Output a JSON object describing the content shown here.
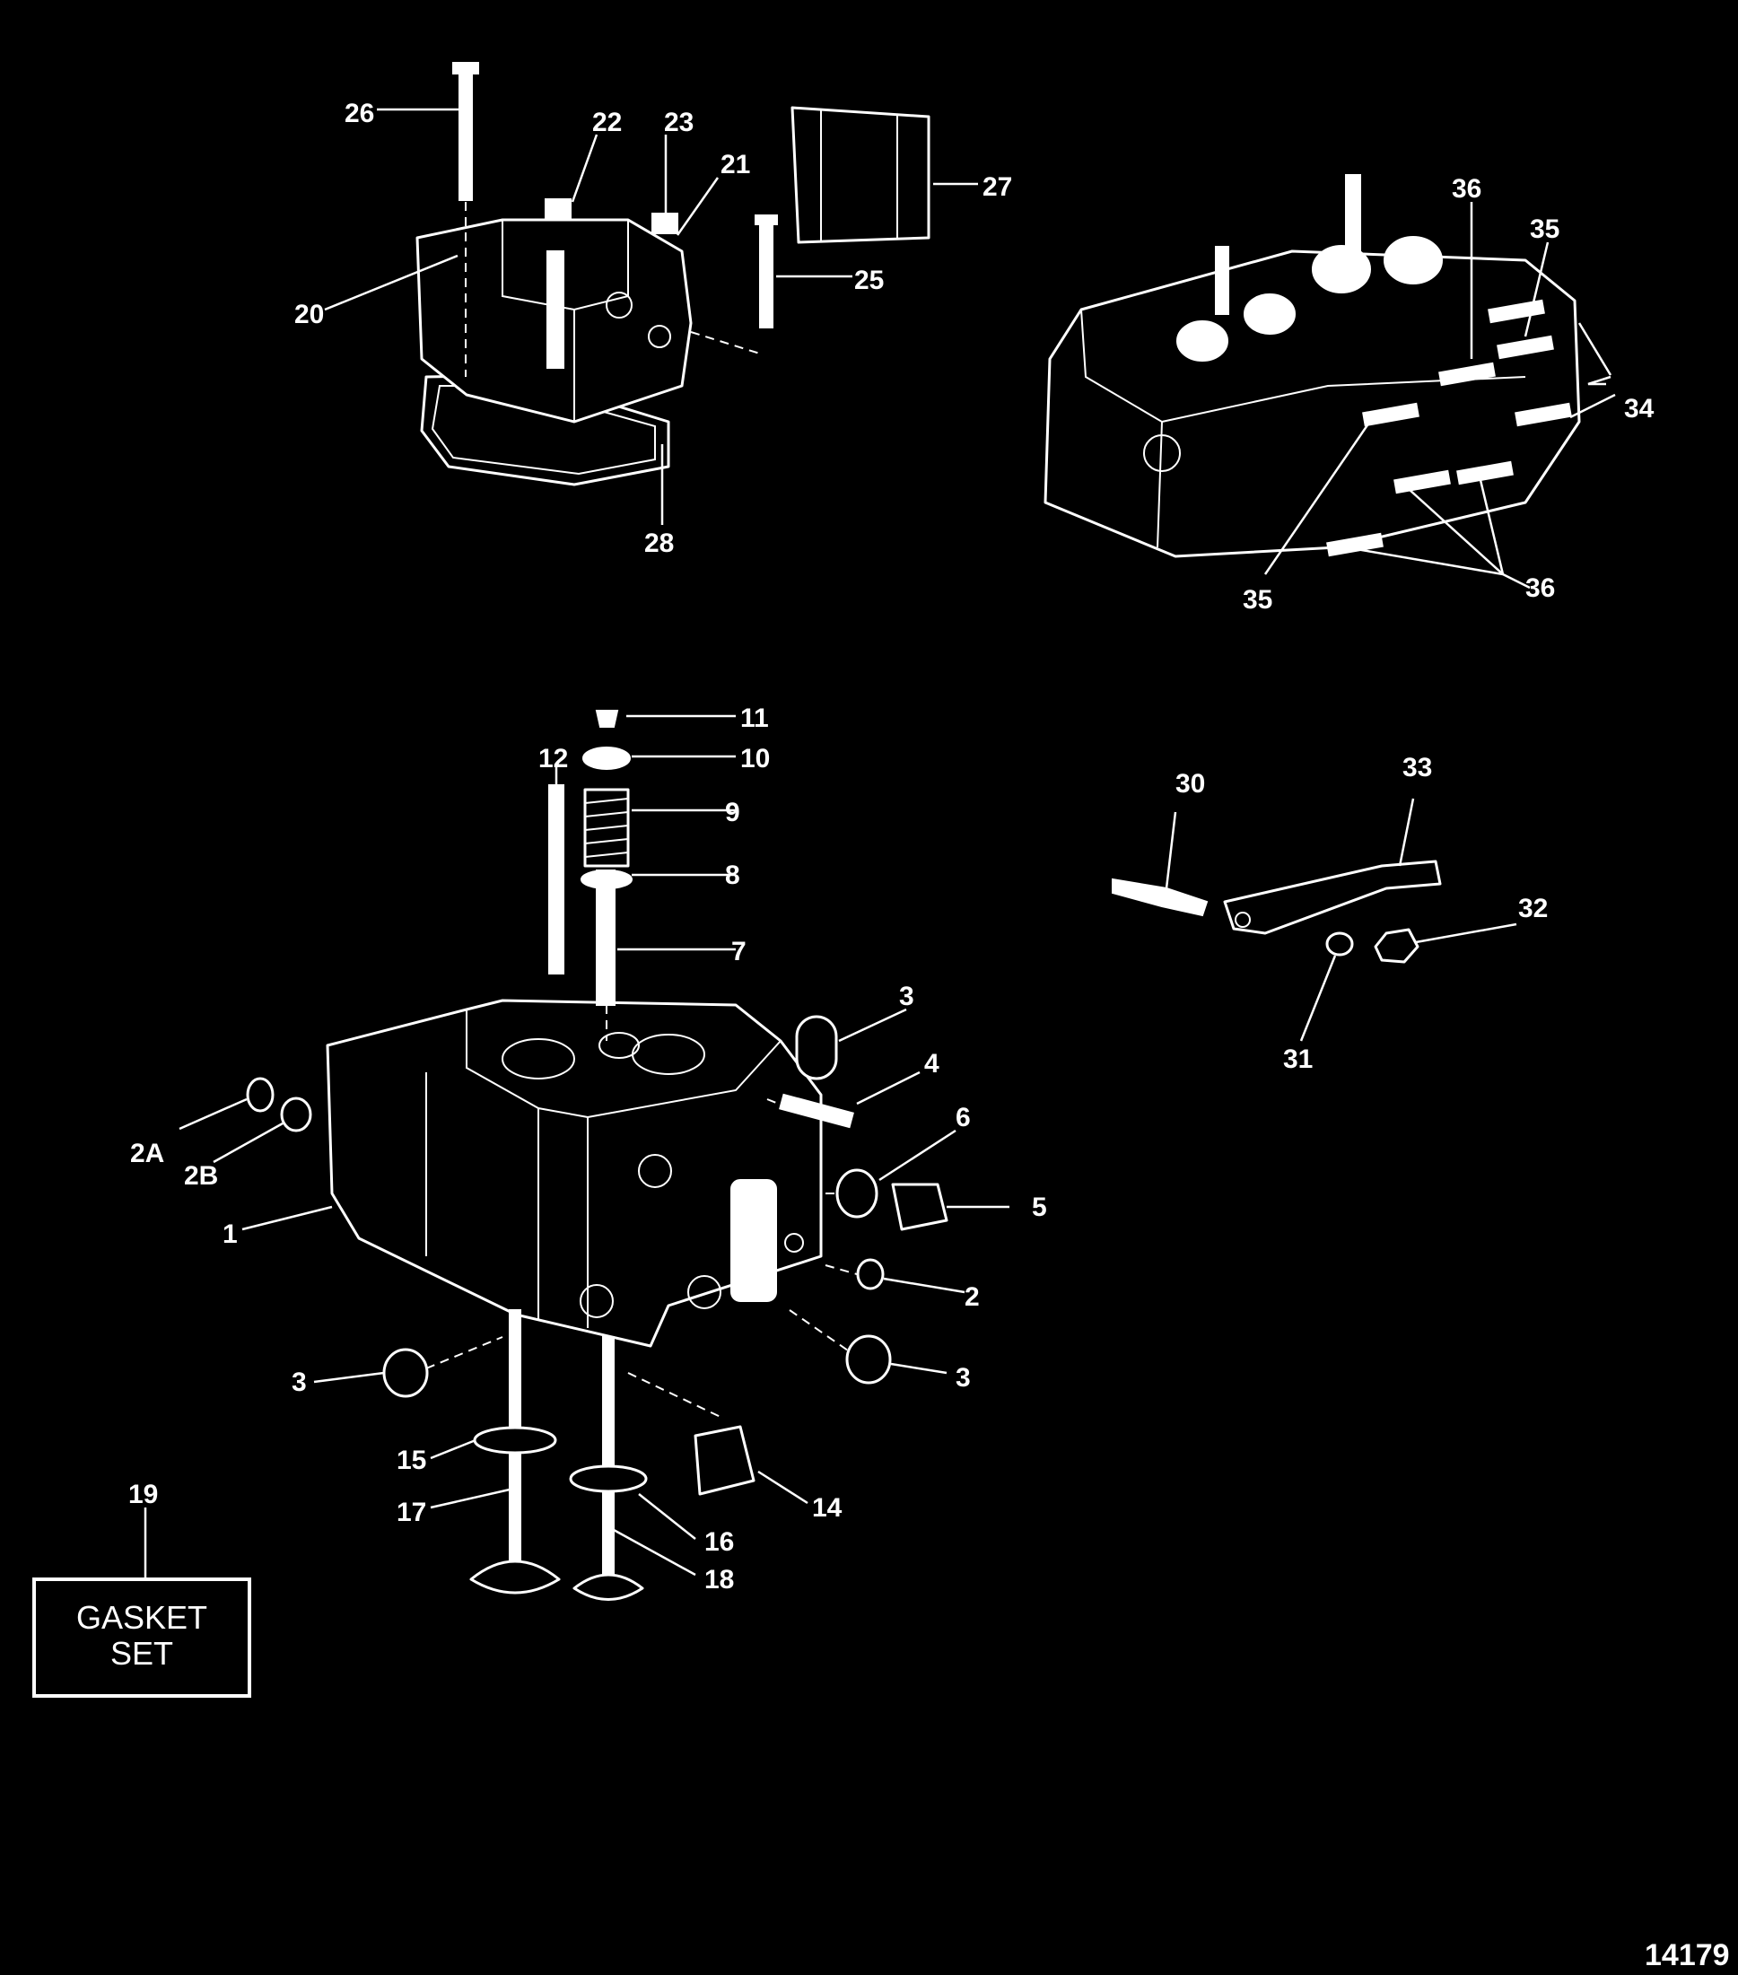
{
  "labels": [
    {
      "id": "1",
      "text": "1"
    },
    {
      "id": "2",
      "text": "2"
    },
    {
      "id": "2A",
      "text": "2A"
    },
    {
      "id": "2B",
      "text": "2B"
    },
    {
      "id": "3a",
      "text": "3"
    },
    {
      "id": "3b",
      "text": "3"
    },
    {
      "id": "3c",
      "text": "3"
    },
    {
      "id": "4",
      "text": "4"
    },
    {
      "id": "5",
      "text": "5"
    },
    {
      "id": "6",
      "text": "6"
    },
    {
      "id": "7",
      "text": "7"
    },
    {
      "id": "8",
      "text": "8"
    },
    {
      "id": "9",
      "text": "9"
    },
    {
      "id": "10",
      "text": "10"
    },
    {
      "id": "11",
      "text": "11"
    },
    {
      "id": "12",
      "text": "12"
    },
    {
      "id": "14",
      "text": "14"
    },
    {
      "id": "15",
      "text": "15"
    },
    {
      "id": "16",
      "text": "16"
    },
    {
      "id": "17",
      "text": "17"
    },
    {
      "id": "18",
      "text": "18"
    },
    {
      "id": "19",
      "text": "19"
    },
    {
      "id": "20",
      "text": "20"
    },
    {
      "id": "21",
      "text": "21"
    },
    {
      "id": "22",
      "text": "22"
    },
    {
      "id": "23",
      "text": "23"
    },
    {
      "id": "25",
      "text": "25"
    },
    {
      "id": "26",
      "text": "26"
    },
    {
      "id": "27",
      "text": "27"
    },
    {
      "id": "28",
      "text": "28"
    },
    {
      "id": "30",
      "text": "30"
    },
    {
      "id": "31",
      "text": "31"
    },
    {
      "id": "32",
      "text": "32"
    },
    {
      "id": "33",
      "text": "33"
    },
    {
      "id": "34",
      "text": "34"
    },
    {
      "id": "35a",
      "text": "35"
    },
    {
      "id": "35b",
      "text": "35"
    },
    {
      "id": "36a",
      "text": "36"
    },
    {
      "id": "36b",
      "text": "36"
    }
  ],
  "gasket_box": {
    "line1": "GASKET",
    "line2": "SET"
  },
  "figure_number": "14179",
  "colors": {
    "background": "#000000",
    "ink": "#ffffff"
  }
}
